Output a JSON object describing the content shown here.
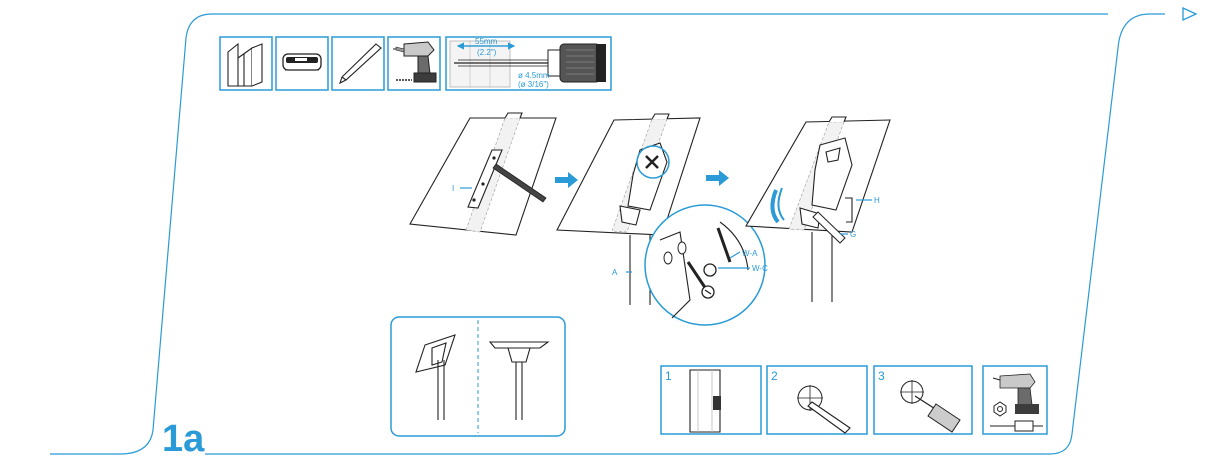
{
  "page": {
    "title": "1a"
  },
  "nav": {
    "next_icon": "triangle-right-icon"
  },
  "colors": {
    "accent": "#2a9bd6",
    "line": "#222222"
  },
  "tools": [
    {
      "name": "panel-icon"
    },
    {
      "name": "level-icon"
    },
    {
      "name": "pencil-icon"
    },
    {
      "name": "drill-icon"
    }
  ],
  "drill_spec": {
    "depth_mm": "55mm",
    "depth_in": "(2.2\")",
    "diameter_mm": "ø 4.5mm",
    "diameter_in": "(ø 3/16\")"
  },
  "part_labels": {
    "I": "I",
    "A": "A",
    "WA": "W-A",
    "WC": "W-C",
    "H": "H",
    "G": "G"
  },
  "steps": [
    {
      "num": "1"
    },
    {
      "num": "2"
    },
    {
      "num": "3"
    }
  ]
}
